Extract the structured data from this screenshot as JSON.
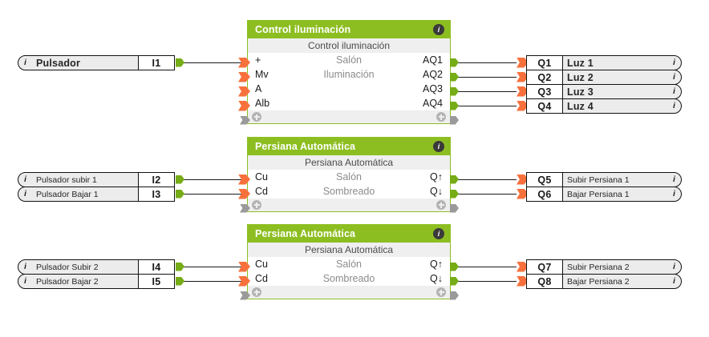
{
  "canvas": {
    "background": "#ffffff",
    "accent_green": "#8dbe21",
    "connector_in_color": "#f8703c",
    "connector_out_color": "#76ac16",
    "connector_disabled_color": "#9a9a9a",
    "wire_color": "#1a1a1a"
  },
  "inputs": [
    {
      "info": "i",
      "label": "Pulsador",
      "terminal": "I1",
      "size": "big"
    },
    {
      "info": "i",
      "label": "Pulsador subir 1",
      "terminal": "I2",
      "size": "small"
    },
    {
      "info": "i",
      "label": "Pulsador Bajar 1",
      "terminal": "I3",
      "size": "small"
    },
    {
      "info": "i",
      "label": "Pulsador Subir 2",
      "terminal": "I4",
      "size": "small"
    },
    {
      "info": "i",
      "label": "Pulsador Bajar 2",
      "terminal": "I5",
      "size": "small"
    }
  ],
  "outputs": [
    {
      "info": "i",
      "terminal": "Q1",
      "label": "Luz 1",
      "size": "big"
    },
    {
      "info": "i",
      "terminal": "Q2",
      "label": "Luz 2",
      "size": "big"
    },
    {
      "info": "i",
      "terminal": "Q3",
      "label": "Luz 3",
      "size": "big"
    },
    {
      "info": "i",
      "terminal": "Q4",
      "label": "Luz 4",
      "size": "big"
    },
    {
      "info": "i",
      "terminal": "Q5",
      "label": "Subir Persiana 1",
      "size": "small"
    },
    {
      "info": "i",
      "terminal": "Q6",
      "label": "Bajar Persiana 1",
      "size": "small"
    },
    {
      "info": "i",
      "terminal": "Q7",
      "label": "Subir Persiana 2",
      "size": "small"
    },
    {
      "info": "i",
      "terminal": "Q8",
      "label": "Bajar Persiana 2",
      "size": "small"
    }
  ],
  "blocks": [
    {
      "title": "Control iluminación",
      "subtitle": "Control iluminación",
      "info": "i",
      "rows": [
        {
          "in": "+",
          "mid": "Salón",
          "out": "AQ1"
        },
        {
          "in": "Mv",
          "mid": "Iluminación",
          "out": "AQ2"
        },
        {
          "in": "A",
          "mid": "",
          "out": "AQ3"
        },
        {
          "in": "Alb",
          "mid": "",
          "out": "AQ4"
        }
      ],
      "footer": {
        "add_left": "+",
        "add_right": "+"
      }
    },
    {
      "title": "Persiana Automática",
      "subtitle": "Persiana Automática",
      "info": "i",
      "rows": [
        {
          "in": "Cu",
          "mid": "Salón",
          "out": "Q↑"
        },
        {
          "in": "Cd",
          "mid": "Sombreado",
          "out": "Q↓"
        }
      ],
      "footer": {
        "add_left": "+",
        "add_right": "+"
      }
    },
    {
      "title": "Persiana Automática",
      "subtitle": "Persiana Automática",
      "info": "i",
      "rows": [
        {
          "in": "Cu",
          "mid": "Salón",
          "out": "Q↑"
        },
        {
          "in": "Cd",
          "mid": "Sombreado",
          "out": "Q↓"
        }
      ],
      "footer": {
        "add_left": "+",
        "add_right": "+"
      }
    }
  ]
}
